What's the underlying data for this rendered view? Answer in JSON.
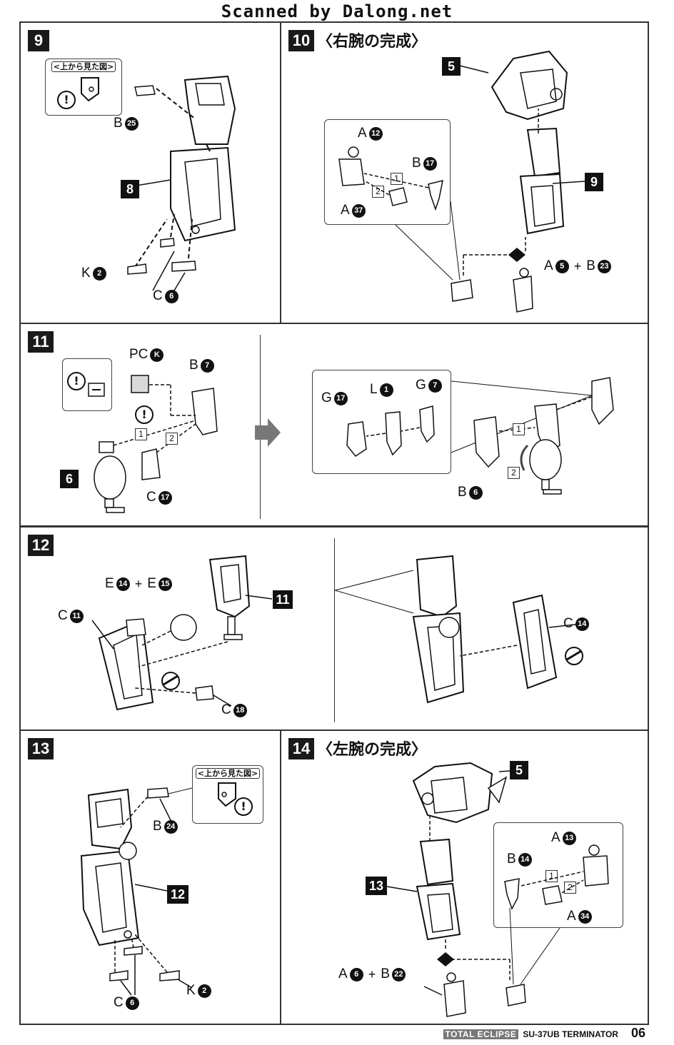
{
  "watermark": "Scanned by Dalong.net",
  "footer": {
    "brand": "TOTAL ECLIPSE",
    "model": "SU-37UB TERMINATOR",
    "page": "06"
  },
  "note_top_view": "<上から見た図>",
  "panels": {
    "p9": {
      "step": "9",
      "labels": {
        "b25": {
          "letter": "B",
          "num": "25"
        },
        "k2": {
          "letter": "K",
          "num": "2"
        },
        "c6": {
          "letter": "C",
          "num": "6"
        }
      },
      "ref": "8"
    },
    "p10": {
      "step": "10",
      "title": "〈右腕の完成〉",
      "labels": {
        "a12": {
          "letter": "A",
          "num": "12"
        },
        "b17": {
          "letter": "B",
          "num": "17"
        },
        "a37": {
          "letter": "A",
          "num": "37"
        },
        "a5": {
          "letter": "A",
          "num": "5"
        },
        "b23": {
          "letter": "B",
          "num": "23"
        }
      },
      "refs": {
        "r5": "5",
        "r9": "9"
      },
      "seq": [
        "1",
        "2"
      ]
    },
    "p11": {
      "step": "11",
      "labels": {
        "pck": {
          "letter": "PC",
          "num": "K"
        },
        "b7": {
          "letter": "B",
          "num": "7"
        },
        "c17": {
          "letter": "C",
          "num": "17"
        },
        "g17": {
          "letter": "G",
          "num": "17"
        },
        "l1": {
          "letter": "L",
          "num": "1"
        },
        "g7": {
          "letter": "G",
          "num": "7"
        },
        "b6": {
          "letter": "B",
          "num": "6"
        }
      },
      "ref": "6",
      "seq": [
        "1",
        "2"
      ]
    },
    "p12": {
      "step": "12",
      "labels": {
        "e14": {
          "letter": "E",
          "num": "14"
        },
        "e15": {
          "letter": "E",
          "num": "15"
        },
        "c11": {
          "letter": "C",
          "num": "11"
        },
        "c18": {
          "letter": "C",
          "num": "18"
        },
        "c14": {
          "letter": "C",
          "num": "14"
        }
      },
      "ref": "11"
    },
    "p13": {
      "step": "13",
      "labels": {
        "b24": {
          "letter": "B",
          "num": "24"
        },
        "c6": {
          "letter": "C",
          "num": "6"
        },
        "k2": {
          "letter": "K",
          "num": "2"
        }
      },
      "ref": "12"
    },
    "p14": {
      "step": "14",
      "title": "〈左腕の完成〉",
      "labels": {
        "a13": {
          "letter": "A",
          "num": "13"
        },
        "b14": {
          "letter": "B",
          "num": "14"
        },
        "a34": {
          "letter": "A",
          "num": "34"
        },
        "a6": {
          "letter": "A",
          "num": "6"
        },
        "b22": {
          "letter": "B",
          "num": "22"
        }
      },
      "refs": {
        "r5": "5",
        "r13": "13"
      },
      "seq": [
        "1",
        "2"
      ]
    }
  }
}
